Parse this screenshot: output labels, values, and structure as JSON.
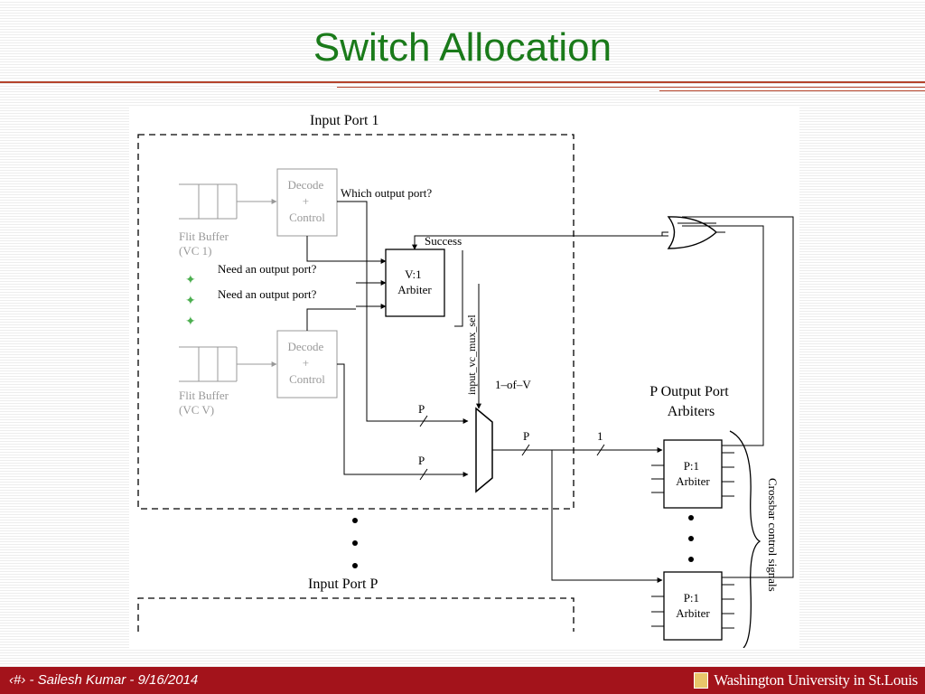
{
  "slide": {
    "title": "Switch Allocation",
    "footer_text": "‹#› - Sailesh Kumar - 9/16/2014",
    "university": "Washington University in St.Louis"
  },
  "diagram": {
    "input_port_1": "Input Port 1",
    "input_port_p": "Input Port P",
    "decode_top": [
      "Decode",
      "+",
      "Control"
    ],
    "decode_bottom": [
      "Decode",
      "+",
      "Control"
    ],
    "flit_buffer_1": [
      "Flit Buffer",
      "(VC 1)"
    ],
    "flit_buffer_v": [
      "Flit Buffer",
      "(VC V)"
    ],
    "which_output_port": "Which output port?",
    "need_output_port_1": "Need an output port?",
    "need_output_port_2": "Need an output port?",
    "success": "Success",
    "v1_arbiter": [
      "V:1",
      "Arbiter"
    ],
    "input_vc_mux_sel": "input_vc_mux_sel",
    "one_of_v": "1–of–V",
    "p_label_1": "P",
    "p_label_2": "P",
    "p_label_3": "P",
    "one_label": "1",
    "output_arbiters_title": [
      "P Output Port",
      "Arbiters"
    ],
    "p1_arbiter_top": [
      "P:1",
      "Arbiter"
    ],
    "p1_arbiter_bottom": [
      "P:1",
      "Arbiter"
    ],
    "crossbar_control": "Crossbar control signals"
  },
  "colors": {
    "title": "#1a7a1a",
    "footer_bg": "#a3131b",
    "rule": "#b5442c",
    "vc_dots": "#4caf50"
  }
}
